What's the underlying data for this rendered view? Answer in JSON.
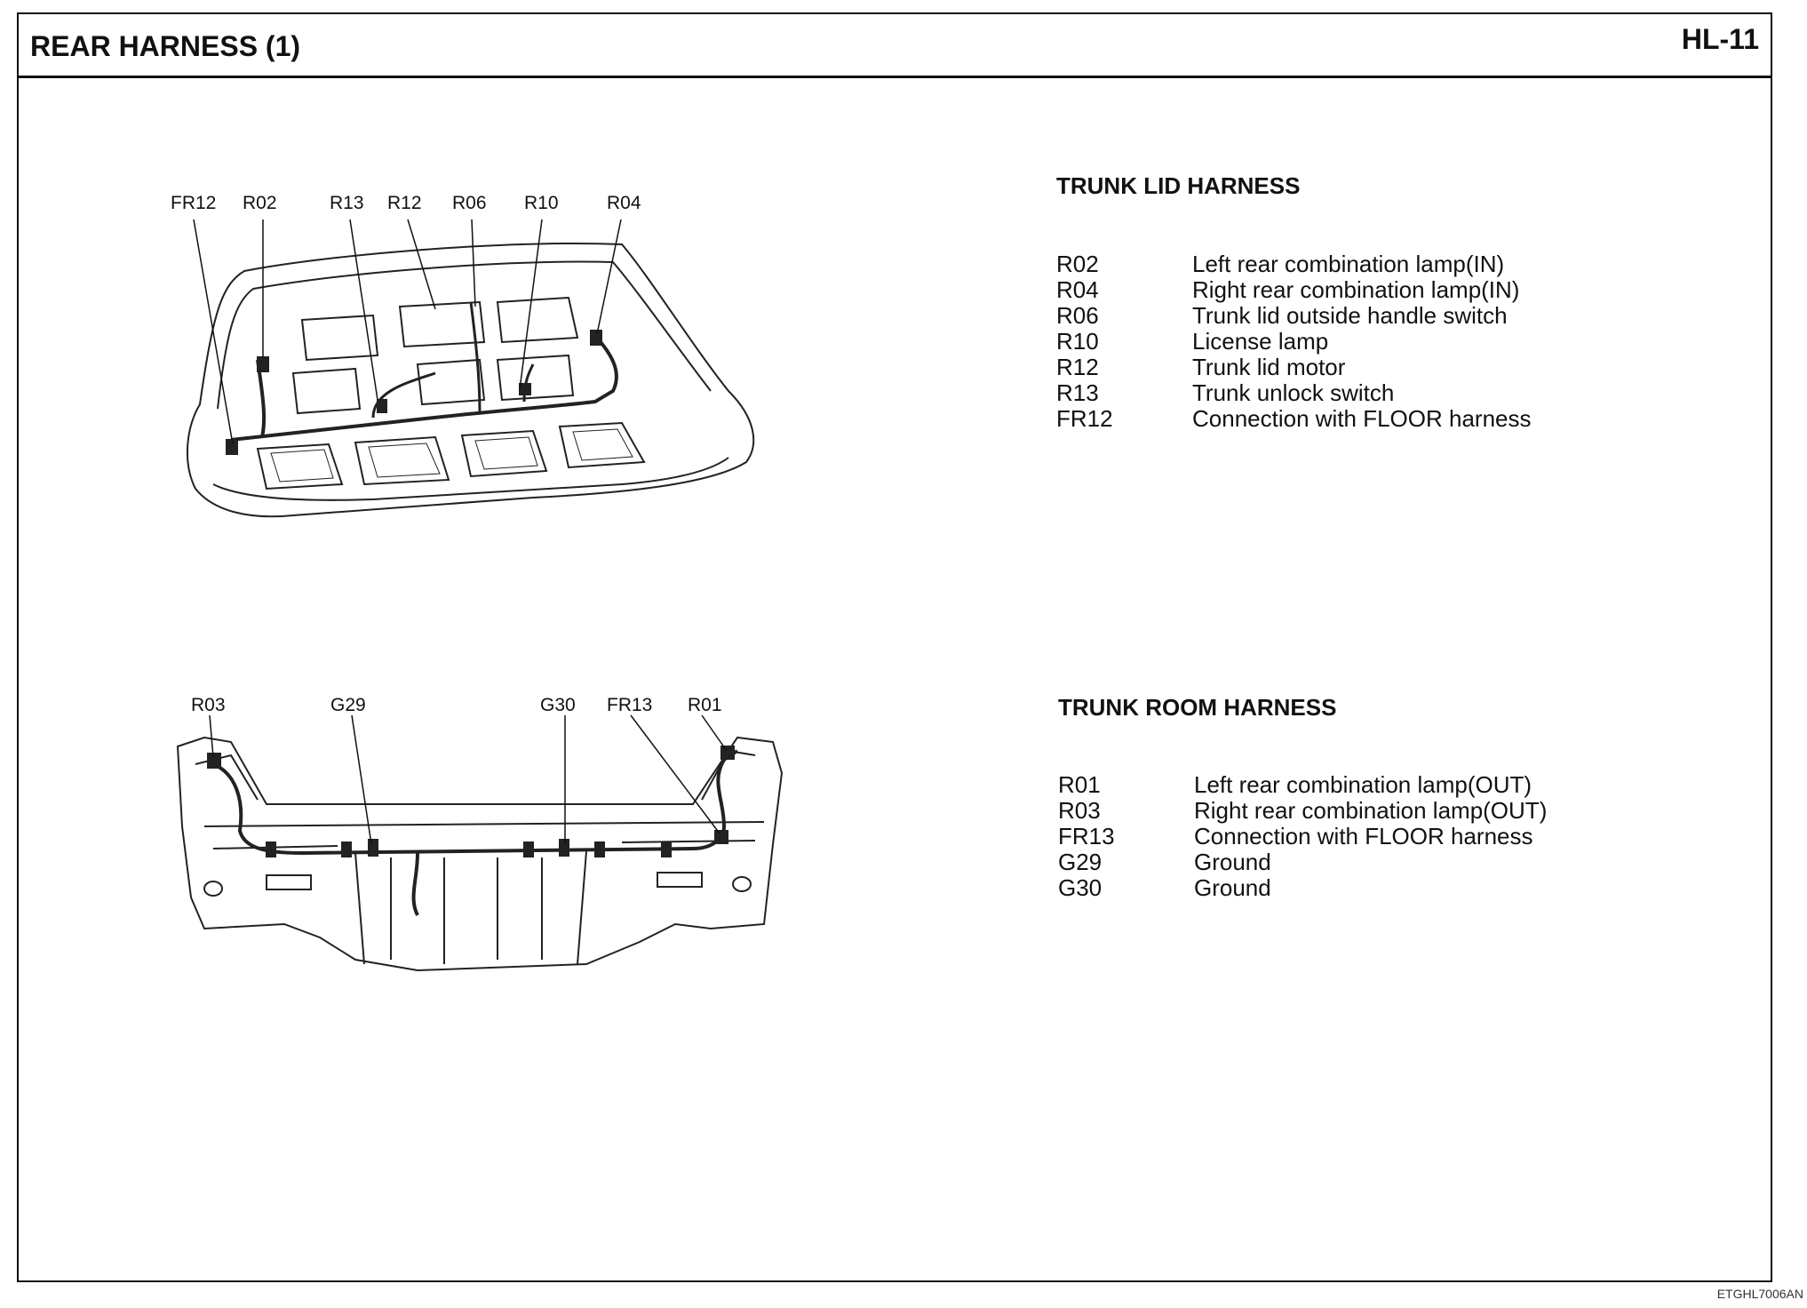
{
  "header": {
    "title": "REAR HARNESS (1)",
    "page_number": "HL-11"
  },
  "figure_code": "ETGHL7006AN",
  "trunk_lid": {
    "heading": "TRUNK LID HARNESS",
    "callouts": [
      "FR12",
      "R02",
      "R13",
      "R12",
      "R06",
      "R10",
      "R04"
    ],
    "legend": [
      {
        "code": "R02",
        "desc": "Left rear combination lamp(IN)"
      },
      {
        "code": "R04",
        "desc": "Right rear combination lamp(IN)"
      },
      {
        "code": "R06",
        "desc": "Trunk lid outside handle switch"
      },
      {
        "code": "R10",
        "desc": "License lamp"
      },
      {
        "code": "R12",
        "desc": "Trunk lid motor"
      },
      {
        "code": "R13",
        "desc": "Trunk unlock switch"
      },
      {
        "code": "FR12",
        "desc": "Connection with FLOOR harness"
      }
    ]
  },
  "trunk_room": {
    "heading": "TRUNK ROOM HARNESS",
    "callouts": [
      "R03",
      "G29",
      "G30",
      "FR13",
      "R01"
    ],
    "legend": [
      {
        "code": "R01",
        "desc": "Left rear combination lamp(OUT)"
      },
      {
        "code": "R03",
        "desc": "Right rear combination lamp(OUT)"
      },
      {
        "code": "FR13",
        "desc": "Connection with FLOOR harness"
      },
      {
        "code": "G29",
        "desc": "Ground"
      },
      {
        "code": "G30",
        "desc": "Ground"
      }
    ]
  }
}
